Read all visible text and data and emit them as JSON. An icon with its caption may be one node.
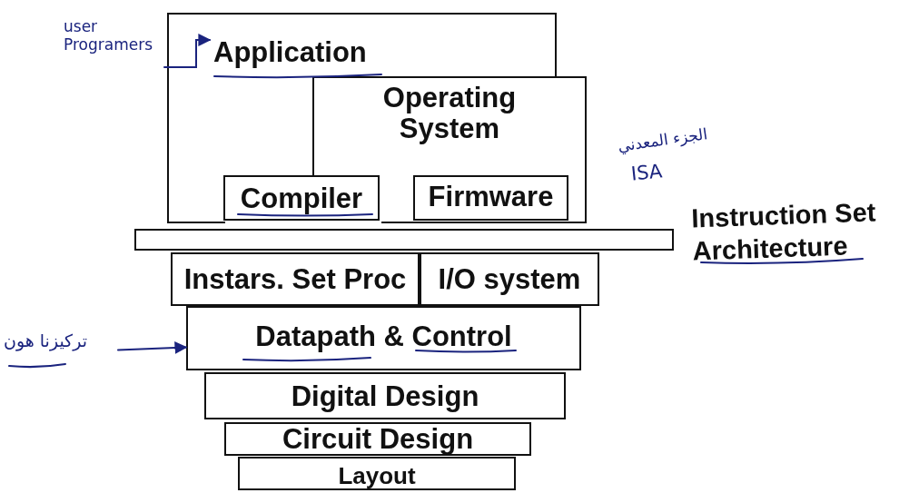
{
  "diagram": {
    "nodes": [
      {
        "text": [
          "Application"
        ]
      },
      {
        "text": [
          "Operating System"
        ]
      },
      {
        "text": [
          "Compiler"
        ],
        "in": 0
      },
      {
        "text": [
          "Firmware"
        ],
        "in": 1
      },
      {
        "text": [
          "Instruction Set Architecture"
        ]
      },
      {
        "text": [
          "Instars. Set Proc"
        ]
      },
      {
        "text": [
          "I/O system"
        ]
      },
      {
        "text": [
          "Datapath & Control"
        ]
      },
      {
        "text": [
          "Digital Design"
        ]
      },
      {
        "text": [
          "Circuit Design"
        ]
      },
      {
        "text": [
          "Layout"
        ]
      },
      {
        "text": [
          "user Programers"
        ]
      },
      {
        "text": [
          "تركيزنا هون"
        ]
      }
    ],
    "edges": [
      {
        "from": 11,
        "to": 0,
        "arrow": "to"
      },
      {
        "from": 12,
        "to": 7,
        "arrow": "to"
      }
    ],
    "labels": [
      "الجزء المعدني",
      "ISA"
    ]
  }
}
